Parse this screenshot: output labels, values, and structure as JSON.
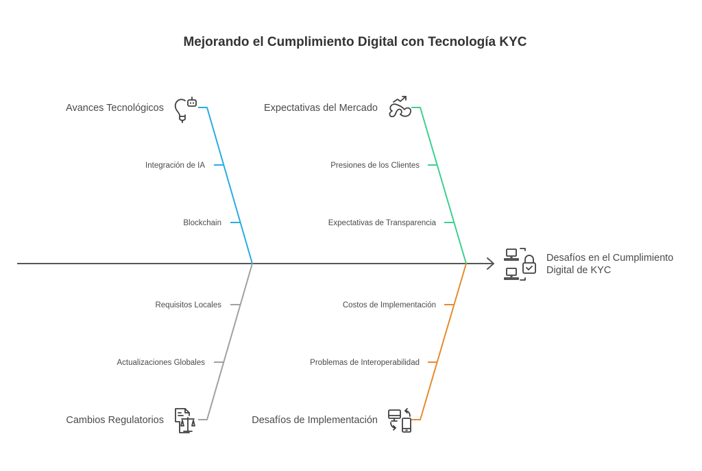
{
  "title": "Mejorando el Cumplimiento Digital con Tecnología KYC",
  "effect": {
    "line1": "Desafíos en el Cumplimiento",
    "line2": "Digital de KYC",
    "icon": "laptops-lock-icon"
  },
  "colors": {
    "spine": "#555555",
    "tecnologicos": "#29abe2",
    "mercado": "#3ecf8e",
    "regulatorios": "#a0a0a0",
    "implementacion": "#e58a2e"
  },
  "categories": {
    "tecnologicos": {
      "label": "Avances Tecnológicos",
      "icon": "lightbulb-robot-icon",
      "causes": [
        "Integración de IA",
        "Blockchain"
      ]
    },
    "mercado": {
      "label": "Expectativas del Mercado",
      "icon": "trend-arrow-scribble-icon",
      "causes": [
        "Presiones de los Clientes",
        "Expectativas de Transparencia"
      ]
    },
    "regulatorios": {
      "label": "Cambios Regulatorios",
      "icon": "document-scales-icon",
      "causes": [
        "Requisitos Locales",
        "Actualizaciones Globales"
      ]
    },
    "implementacion": {
      "label": "Desafíos de Implementación",
      "icon": "devices-sync-icon",
      "causes": [
        "Costos de Implementación",
        "Problemas de Interoperabilidad"
      ]
    }
  }
}
